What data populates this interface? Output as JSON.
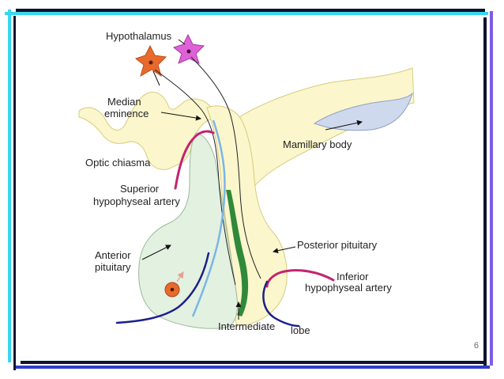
{
  "colors": {
    "border_dark": "#10122e",
    "border_cyan": "#38d6f2",
    "border_purple": "#7b5ce6",
    "tissue_fill": "#fbf6cc",
    "tissue_stroke": "#d8cc7c",
    "anterior_fill": "#e3f1e1",
    "mamillary_fill": "#cfd9ee",
    "intermediate_lobe": "#2f8a3a",
    "artery_magenta": "#c2246e",
    "vein_navy": "#1b1f8a",
    "portal_light_blue": "#7cb5e6",
    "neuron_orange": "#e8692c",
    "neuron_pink": "#df61d8",
    "cell_orange": "#e8692c"
  },
  "icons": {
    "neuron_1": "neuron-cell-icon",
    "neuron_2": "neuron-cell-icon",
    "secretory_cell": "cell-icon"
  },
  "diagram": {
    "labels": {
      "hypothalamus": "Hypothalamus",
      "median_eminence_1": "Median",
      "median_eminence_2": "eminence",
      "mamillary_body": "Mamillary body",
      "optic_chiasma": "Optic chiasma",
      "superior_artery_1": "Superior",
      "superior_artery_2": "hypophyseal artery",
      "anterior_pituitary_1": "Anterior",
      "anterior_pituitary_2": "pituitary",
      "posterior_pituitary": "Posterior pituitary",
      "inferior_artery_1": "Inferior",
      "inferior_artery_2": "hypophyseal artery",
      "intermediate": "Intermediate",
      "lobe": "lobe"
    }
  },
  "footer": {
    "page_number": "6"
  }
}
